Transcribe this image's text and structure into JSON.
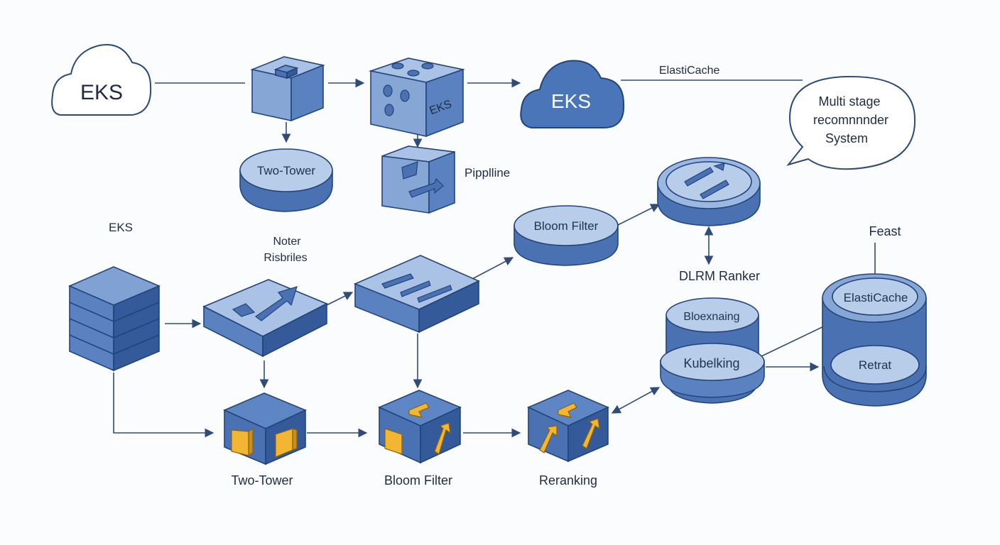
{
  "colors": {
    "top": "#a9c2e6",
    "left": "#86a6d6",
    "right": "#5b82c0",
    "dark_top": "#5e86c4",
    "dark_left": "#4a72b3",
    "dark_right": "#345a9a",
    "stroke": "#23447a",
    "accent": "#f2b632",
    "cloud_light": "#ffffff",
    "cloud_dark": "#4a75b8",
    "edge": "#2f4b78"
  },
  "labels": {
    "eks_cloud_left": "EKS",
    "eks_cloud_mid": "EKS",
    "eks_cube_text": "EKS",
    "elasticache_top": "ElastiCache",
    "speech_line1": "Multi stage",
    "speech_line2": "recomnnnder",
    "speech_line3": "System",
    "two_tower_pill": "Two-Tower",
    "pipeline": "Pipplline",
    "eks_plain": "EKS",
    "noter_line1": "Noter",
    "noter_line2": "Risbriles",
    "bloom_filter_top": "Bloom Filter",
    "dlrm_ranker": "DLRM Ranker",
    "feast": "Feast",
    "bloexnaing": "Bloexnaing",
    "kubelking": "Kubelking",
    "elasticache_cyl": "ElastiCache",
    "retrat": "Retrat",
    "two_tower_bottom": "Two-Tower",
    "bloom_filter_bottom": "Bloom Filter",
    "reranking": "Reranking"
  }
}
